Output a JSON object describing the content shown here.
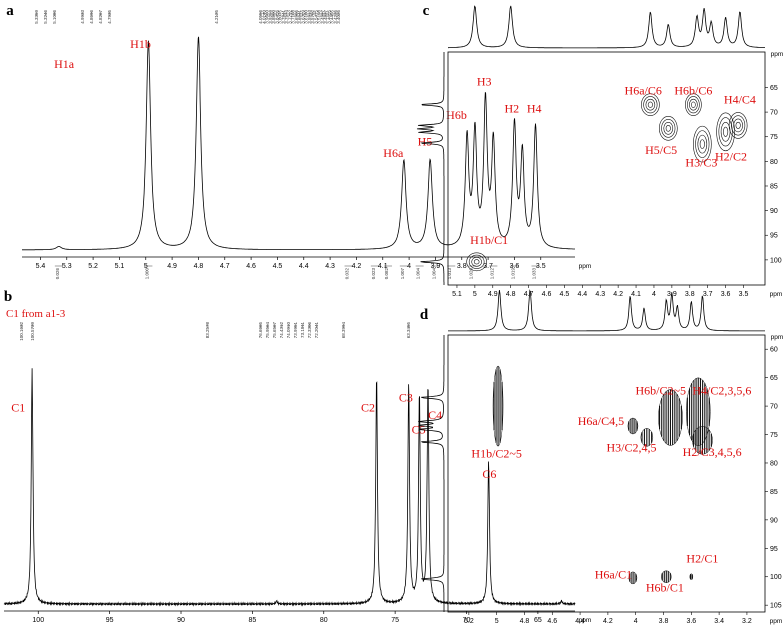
{
  "chart_data": [
    {
      "panel": "a",
      "type": "line",
      "x_unit": "ppm",
      "xlim": [
        5.47,
        3.37
      ],
      "x_ticks": [
        5.4,
        5.3,
        5.2,
        5.1,
        5.0,
        4.9,
        4.8,
        4.7,
        4.6,
        4.5,
        4.4,
        4.3,
        4.2,
        4.1,
        4.0,
        3.9,
        3.8,
        3.7,
        3.6,
        3.5
      ],
      "peaks": [
        {
          "x": 5.33,
          "h": 0.015,
          "w": 0.012
        },
        {
          "x": 4.99,
          "h": 0.94,
          "w": 0.01
        },
        {
          "x": 4.8,
          "h": 0.96,
          "w": 0.01
        },
        {
          "x": 4.02,
          "h": 0.4,
          "w": 0.01
        },
        {
          "x": 3.92,
          "h": 0.4,
          "w": 0.01
        },
        {
          "x": 3.78,
          "h": 0.49,
          "w": 0.008
        },
        {
          "x": 3.75,
          "h": 0.51,
          "w": 0.008
        },
        {
          "x": 3.71,
          "h": 0.65,
          "w": 0.008
        },
        {
          "x": 3.68,
          "h": 0.47,
          "w": 0.008
        },
        {
          "x": 3.6,
          "h": 0.55,
          "w": 0.008
        },
        {
          "x": 3.57,
          "h": 0.42,
          "w": 0.008
        },
        {
          "x": 3.52,
          "h": 0.55,
          "w": 0.008
        }
      ],
      "labels": [
        {
          "text": "H1a",
          "x": 5.31,
          "y": 0.82
        },
        {
          "text": "H1b",
          "x": 5.02,
          "y": 0.91
        },
        {
          "text": "H3",
          "x": 3.715,
          "y": 0.74
        },
        {
          "text": "H6b",
          "x": 3.82,
          "y": 0.59
        },
        {
          "text": "H2",
          "x": 3.61,
          "y": 0.62
        },
        {
          "text": "H4",
          "x": 3.525,
          "y": 0.62
        },
        {
          "text": "H5",
          "x": 3.94,
          "y": 0.47
        },
        {
          "text": "H6a",
          "x": 4.06,
          "y": 0.42
        }
      ],
      "peak_list": [
        "5.3359",
        "5.3246",
        "5.1086",
        "4.9933",
        "4.8696",
        "4.8267",
        "4.7935",
        "4.2125",
        "4.0556",
        "4.0140",
        "3.9660",
        "3.9259",
        "3.8800",
        "3.8456",
        "3.8075",
        "3.7841",
        "3.7574",
        "3.7292",
        "3.7168",
        "3.6905",
        "3.6641",
        "3.6369",
        "3.6180",
        "3.5913",
        "3.5702",
        "3.5475",
        "3.5198",
        "3.4997",
        "3.4837",
        "3.4655",
        "3.4455",
        "3.4235",
        "3.4025"
      ],
      "integrals": [
        "0.026",
        "1.000",
        "0.032",
        "0.023",
        "0.082",
        "1.007",
        "1.004",
        "1.004",
        "1.013",
        "1.026",
        "1.012",
        "1.019",
        "1.033"
      ]
    },
    {
      "panel": "b",
      "type": "line",
      "x_unit": "ppm",
      "xlim": [
        102.4,
        62.4
      ],
      "x_ticks": [
        100,
        95,
        90,
        85,
        80,
        75,
        70,
        65
      ],
      "peaks": [
        {
          "x": 100.43,
          "h": 0.95,
          "w": 0.07
        },
        {
          "x": 76.3,
          "h": 0.93,
          "w": 0.07
        },
        {
          "x": 74.05,
          "h": 0.89,
          "w": 0.07
        },
        {
          "x": 73.3,
          "h": 0.85,
          "w": 0.07
        },
        {
          "x": 72.7,
          "h": 0.89,
          "w": 0.07
        },
        {
          "x": 68.45,
          "h": 0.58,
          "w": 0.07
        },
        {
          "x": 83.3,
          "h": 0.012,
          "w": 0.07
        },
        {
          "x": 63.35,
          "h": 0.012,
          "w": 0.07
        }
      ],
      "labels": [
        {
          "text": "C1",
          "x": 101.4,
          "y": 0.78
        },
        {
          "text": "C2",
          "x": 76.9,
          "y": 0.78
        },
        {
          "text": "C3",
          "x": 74.25,
          "y": 0.82
        },
        {
          "text": "C4",
          "x": 72.2,
          "y": 0.75
        },
        {
          "text": "C5",
          "x": 73.35,
          "y": 0.69
        },
        {
          "text": "C6",
          "x": 68.4,
          "y": 0.51
        }
      ],
      "note": "C1 from a1-3",
      "peak_list": [
        "100.1632",
        "100.5739",
        "83.2578",
        "76.6665",
        "75.9564",
        "75.6567",
        "74.4312",
        "74.0910",
        "73.9951",
        "73.1011",
        "72.3306",
        "72.2041",
        "68.3994",
        "63.3455"
      ]
    },
    {
      "panel": "c",
      "type": "heatmap",
      "x_unit": "ppm",
      "y_unit": "ppm",
      "xlim": [
        5.15,
        3.38
      ],
      "ylim": [
        57.8,
        105.1
      ],
      "x_ticks": [
        5.1,
        5.0,
        4.9,
        4.8,
        4.7,
        4.6,
        4.5,
        4.4,
        4.3,
        4.2,
        4.1,
        4.0,
        3.9,
        3.8,
        3.7,
        3.6,
        3.5
      ],
      "y_ticks": [
        65,
        70,
        75,
        80,
        85,
        90,
        95,
        100
      ],
      "cross_peaks": [
        {
          "x": 4.99,
          "y": 100.4,
          "label": "H1b/C1"
        },
        {
          "x": 4.02,
          "y": 68.5,
          "label": "H6a/C6"
        },
        {
          "x": 3.78,
          "y": 68.5,
          "label": "H6b/C6"
        },
        {
          "x": 3.92,
          "y": 73.3,
          "label": "H5/C5"
        },
        {
          "x": 3.73,
          "y": 76.5,
          "label": "H3/C3"
        },
        {
          "x": 3.6,
          "y": 74.0,
          "label": "H2/C2"
        },
        {
          "x": 3.53,
          "y": 72.7,
          "label": "H4/C4"
        }
      ],
      "labels": [
        {
          "text": "H6a/C6",
          "x": 4.06,
          "y": 66.4
        },
        {
          "text": "H6b/C6",
          "x": 3.78,
          "y": 66.4
        },
        {
          "text": "H4/C4",
          "x": 3.52,
          "y": 68.3
        },
        {
          "text": "H5/C5",
          "x": 3.96,
          "y": 78.5
        },
        {
          "text": "H3/C3",
          "x": 3.735,
          "y": 81.0
        },
        {
          "text": "H2/C2",
          "x": 3.57,
          "y": 79.8
        },
        {
          "text": "H1b/C1",
          "x": 4.92,
          "y": 96.8
        }
      ],
      "projection_x_peaks": [
        5.0,
        4.8,
        4.02,
        3.92,
        3.76,
        3.72,
        3.68,
        3.6,
        3.52
      ],
      "projection_y_peaks": [
        68.5,
        72.7,
        73.4,
        74.1,
        76.3,
        100.4
      ]
    },
    {
      "panel": "d",
      "type": "heatmap",
      "x_unit": "ppm",
      "y_unit": "ppm",
      "xlim": [
        5.35,
        3.07
      ],
      "ylim": [
        57.5,
        106.2
      ],
      "x_ticks": [
        5.2,
        5.0,
        4.8,
        4.6,
        4.4,
        4.2,
        4.0,
        3.8,
        3.6,
        3.4,
        3.2
      ],
      "y_ticks": [
        60,
        65,
        70,
        75,
        80,
        85,
        90,
        95,
        100,
        105
      ],
      "cross_peaks": [
        {
          "x": 4.99,
          "y": 70.0,
          "label": "H1b/C2~5"
        },
        {
          "x": 4.02,
          "y": 73.5,
          "label": "H6a/C4,5"
        },
        {
          "x": 3.92,
          "y": 75.5,
          "label": "H3/C2,4,5"
        },
        {
          "x": 3.75,
          "y": 72.0,
          "label": "H6b/C2~5"
        },
        {
          "x": 3.55,
          "y": 71.0,
          "label": "H4/C2,3,5,6"
        },
        {
          "x": 3.52,
          "y": 76.0,
          "label": "H2/C3,4,5,6"
        },
        {
          "x": 4.02,
          "y": 100.2,
          "label": "H6a/C1"
        },
        {
          "x": 3.78,
          "y": 100.0,
          "label": "H6b/C1"
        },
        {
          "x": 3.6,
          "y": 100.0,
          "label": "H2/C1"
        }
      ],
      "labels": [
        {
          "text": "H6b/C2~5",
          "x": 3.82,
          "y": 68.0
        },
        {
          "text": "H4/C2,3,5,6",
          "x": 3.38,
          "y": 68.0
        },
        {
          "text": "H6a/C4,5",
          "x": 4.25,
          "y": 73.3
        },
        {
          "text": "H1b/C2~5",
          "x": 5.0,
          "y": 79.0
        },
        {
          "text": "H3/C2,4,5",
          "x": 4.03,
          "y": 78.0
        },
        {
          "text": "H2/C3,4,5,6",
          "x": 3.45,
          "y": 78.8
        },
        {
          "text": "H2/C1",
          "x": 3.52,
          "y": 97.5
        },
        {
          "text": "H6a/C1",
          "x": 4.16,
          "y": 100.3
        },
        {
          "text": "H6b/C1",
          "x": 3.79,
          "y": 102.6
        }
      ],
      "projection_x_peaks": [
        4.98,
        4.76,
        4.04,
        3.94,
        3.78,
        3.74,
        3.7,
        3.6,
        3.52
      ],
      "projection_y_peaks": [
        68.5,
        72.7,
        73.4,
        74.1,
        76.3,
        100.4
      ]
    }
  ],
  "text": {
    "panel_a": "a",
    "panel_b": "b",
    "panel_c": "c",
    "panel_d": "d",
    "ppm": "ppm"
  }
}
